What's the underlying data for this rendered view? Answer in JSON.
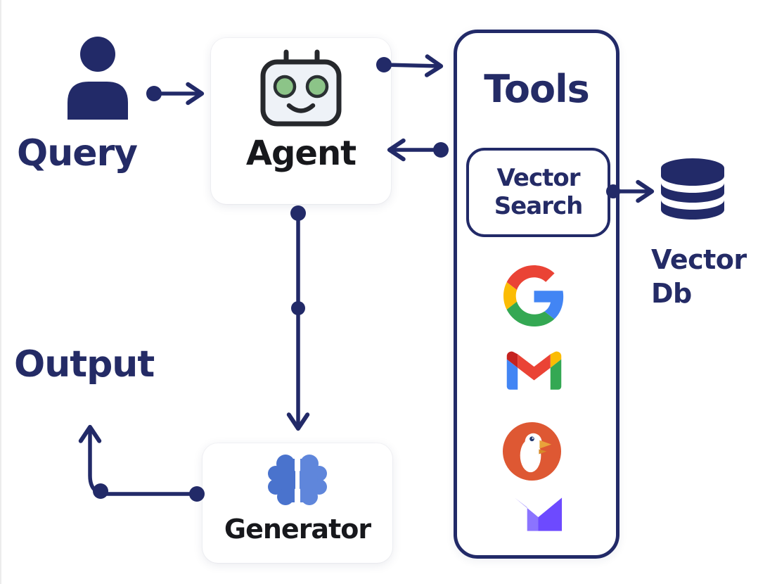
{
  "diagram": {
    "labels": {
      "query": "Query",
      "agent": "Agent",
      "tools": "Tools",
      "vector_search": "Vector Search",
      "vector_db": "Vector Db",
      "generator": "Generator",
      "output": "Output"
    },
    "tool_logos": [
      "google-search",
      "gmail",
      "duckduckgo",
      "proton-mail"
    ],
    "connections": [
      {
        "from": "query",
        "to": "agent"
      },
      {
        "from": "agent",
        "to": "tools"
      },
      {
        "from": "tools",
        "to": "agent"
      },
      {
        "from": "agent",
        "to": "generator"
      },
      {
        "from": "vector-search",
        "to": "vector-db"
      },
      {
        "from": "generator",
        "to": "output"
      }
    ],
    "colors": {
      "line_navy": "#222a68",
      "label_navy": "#242b66",
      "node_text": "#17181c",
      "robot_face": "#eef2f7",
      "robot_eye_green": "#8cc488",
      "brain_blue_left": "#4a73cd",
      "brain_blue_right": "#5f86db",
      "google_blue": "#4285f4",
      "google_red": "#ea4335",
      "google_yellow": "#fbbc05",
      "google_green": "#34a853",
      "gmail_dark_red": "#c5221f",
      "duckduckgo_orange": "#de5833",
      "duckduckgo_beak": "#e9a33b",
      "proton_purple": "#6d4aff",
      "proton_purple_light": "#8b74ff",
      "card_bg": "#ffffff"
    }
  }
}
